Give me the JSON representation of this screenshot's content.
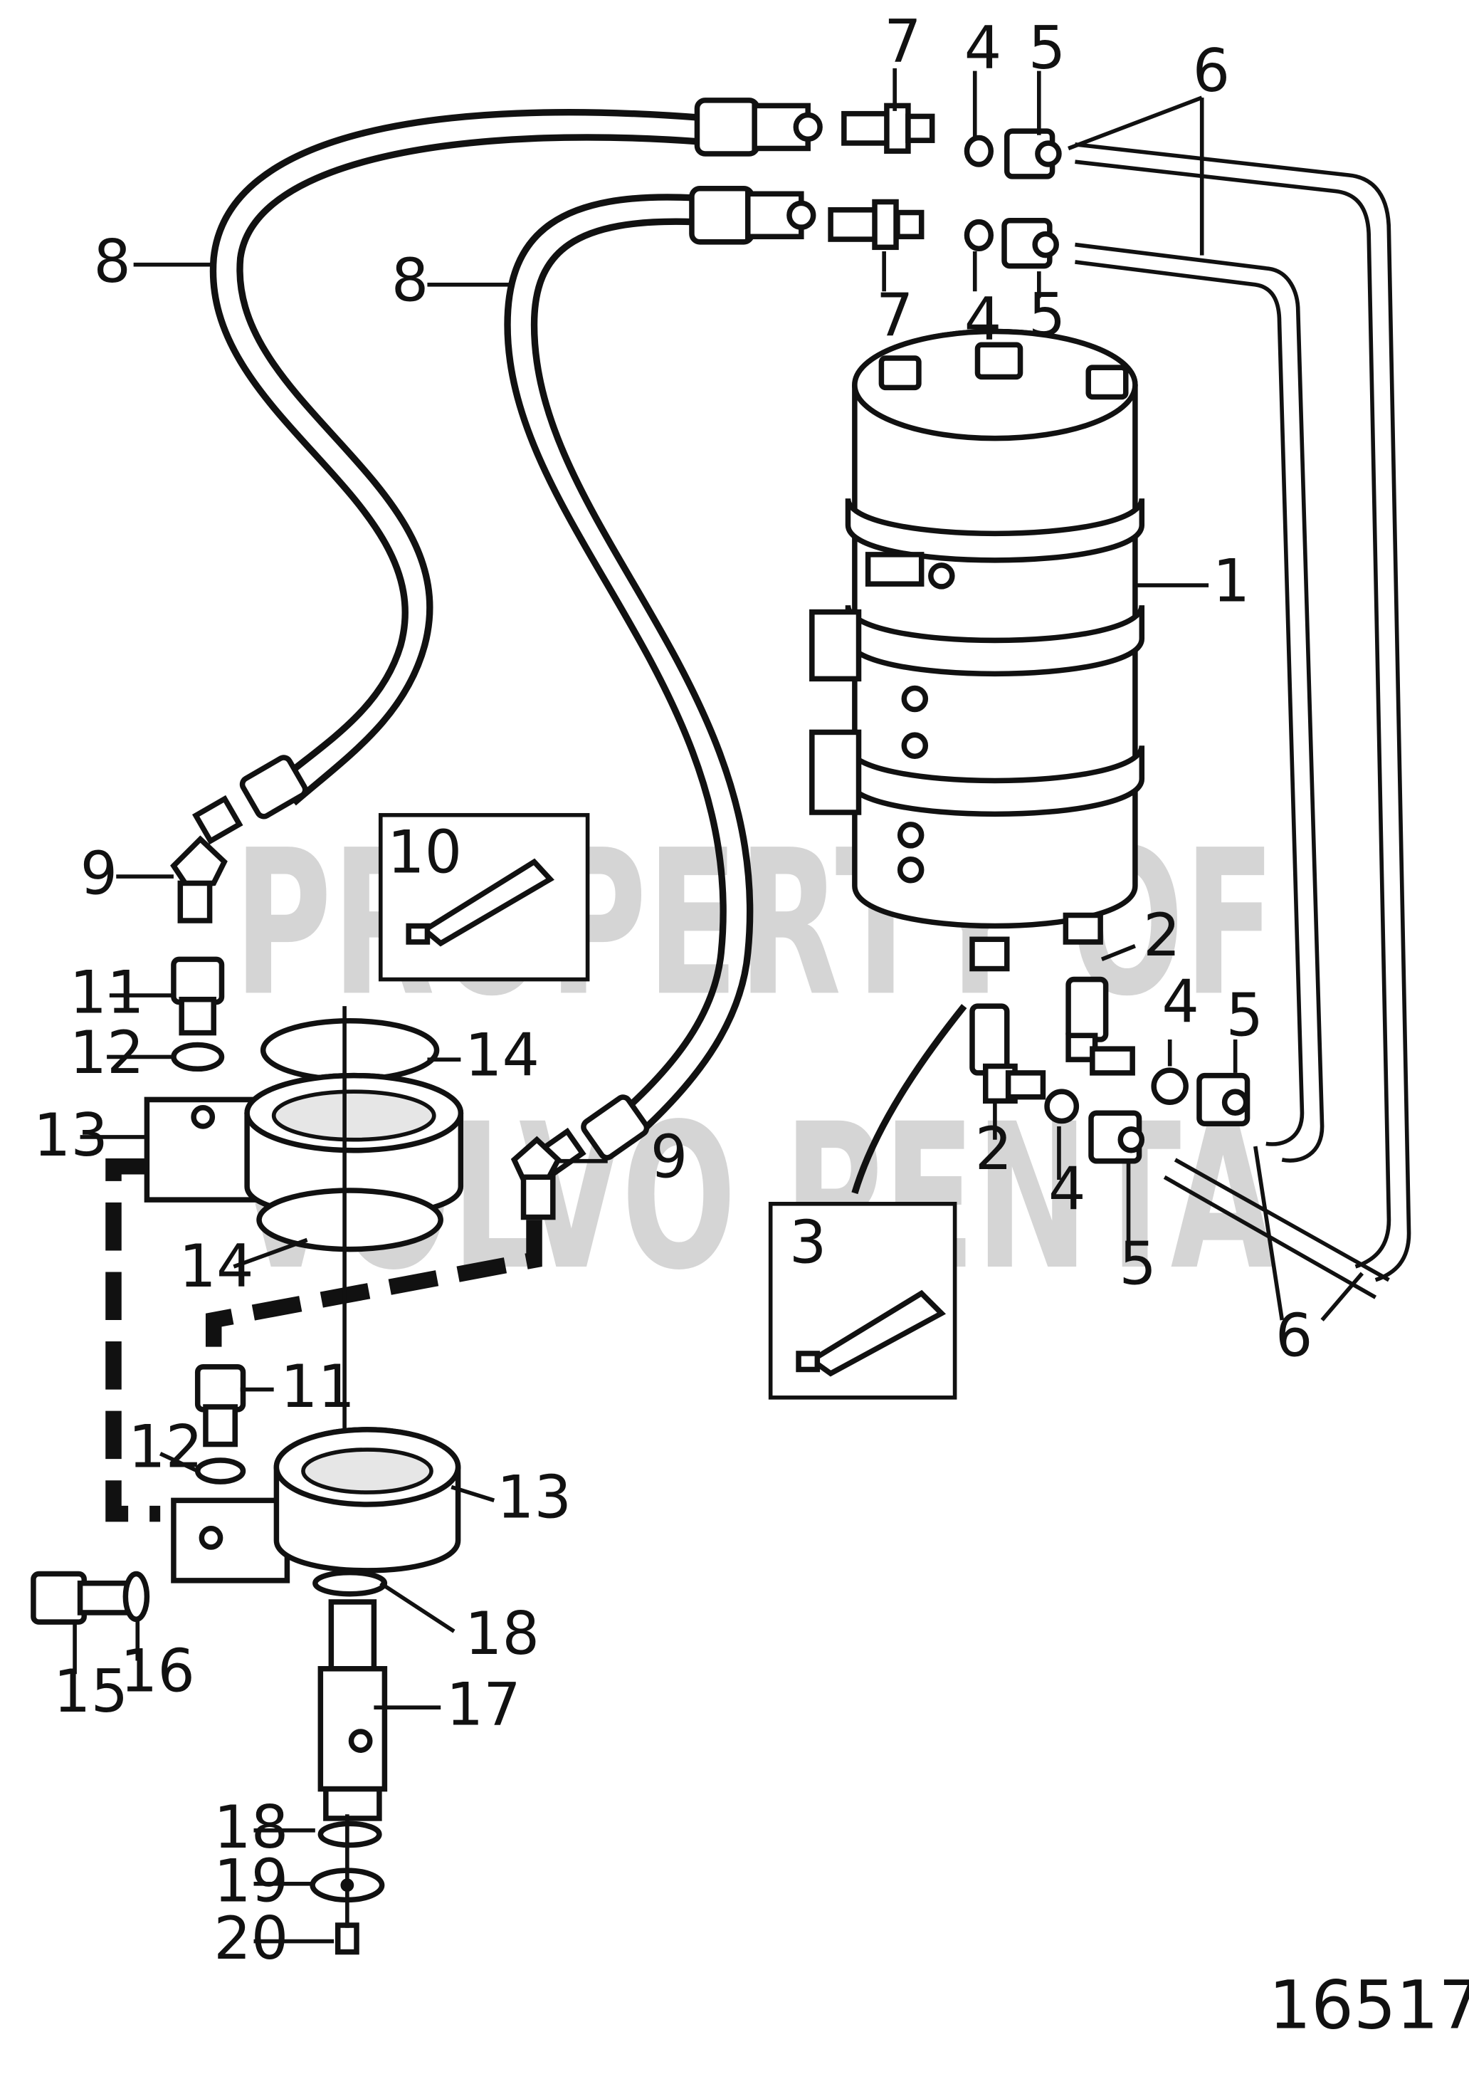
{
  "watermark": {
    "line1": "PROPERTY OF",
    "line2": "VOLVO PENTA"
  },
  "reference_number": "16517",
  "callouts": [
    {
      "id": "c1",
      "text": "1"
    },
    {
      "id": "c2a",
      "text": "2"
    },
    {
      "id": "c2b",
      "text": "2"
    },
    {
      "id": "c3",
      "text": "3"
    },
    {
      "id": "c4a",
      "text": "4"
    },
    {
      "id": "c4b",
      "text": "4"
    },
    {
      "id": "c4c",
      "text": "4"
    },
    {
      "id": "c4d",
      "text": "4"
    },
    {
      "id": "c5a",
      "text": "5"
    },
    {
      "id": "c5b",
      "text": "5"
    },
    {
      "id": "c5c",
      "text": "5"
    },
    {
      "id": "c5d",
      "text": "5"
    },
    {
      "id": "c6a",
      "text": "6"
    },
    {
      "id": "c6b",
      "text": "6"
    },
    {
      "id": "c7a",
      "text": "7"
    },
    {
      "id": "c7b",
      "text": "7"
    },
    {
      "id": "c8a",
      "text": "8"
    },
    {
      "id": "c8b",
      "text": "8"
    },
    {
      "id": "c9a",
      "text": "9"
    },
    {
      "id": "c9b",
      "text": "9"
    },
    {
      "id": "c10",
      "text": "10"
    },
    {
      "id": "c11a",
      "text": "11"
    },
    {
      "id": "c11b",
      "text": "11"
    },
    {
      "id": "c12a",
      "text": "12"
    },
    {
      "id": "c12b",
      "text": "12"
    },
    {
      "id": "c13a",
      "text": "13"
    },
    {
      "id": "c13b",
      "text": "13"
    },
    {
      "id": "c14a",
      "text": "14"
    },
    {
      "id": "c14b",
      "text": "14"
    },
    {
      "id": "c15",
      "text": "15"
    },
    {
      "id": "c16",
      "text": "16"
    },
    {
      "id": "c17",
      "text": "17"
    },
    {
      "id": "c18a",
      "text": "18"
    },
    {
      "id": "c18b",
      "text": "18"
    },
    {
      "id": "c19",
      "text": "19"
    },
    {
      "id": "c20",
      "text": "20"
    }
  ]
}
